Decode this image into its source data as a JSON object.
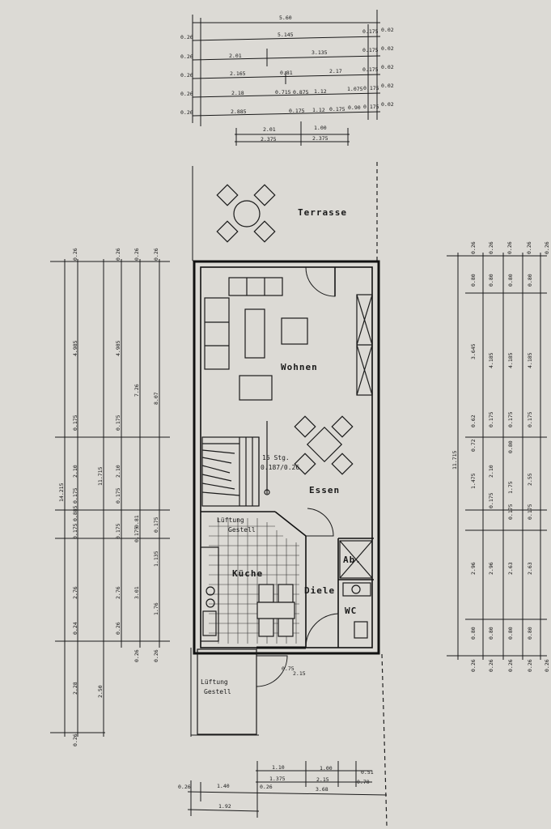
{
  "rooms": {
    "terrasse": "Terrasse",
    "wohnen": "Wohnen",
    "essen": "Essen",
    "kueche": "Küche",
    "diele": "Diele",
    "ab": "Ab.",
    "wc": "WC",
    "lueftung_top": "Lüftung",
    "gestell_top": "Gestell",
    "lueftung_bottom": "Lüftung",
    "gestell_bottom": "Gestell"
  },
  "stair": {
    "count": "15 Stg.",
    "ratio": "0.187/0.26"
  },
  "dims": {
    "top_rows": [
      {
        "left": "",
        "values": [
          "5.60"
        ]
      },
      {
        "left": "0.26",
        "values": [
          "5.145",
          "0.175",
          "0.02"
        ]
      },
      {
        "left": "0.26",
        "values": [
          "2.01",
          "3.135",
          "0.175",
          "0.02"
        ]
      },
      {
        "left": "0.26",
        "values": [
          "2.165",
          "0.81",
          "2.17",
          "0.175",
          "0.02"
        ]
      },
      {
        "left": "0.26",
        "values": [
          "2.18",
          "0.715",
          "0.875",
          "1.12",
          "1.075",
          "0.175",
          "0.02"
        ]
      },
      {
        "left": "0.26",
        "values": [
          "2.885",
          "0.175",
          "1.12",
          "0.175",
          "0.90",
          "0.175",
          "0.02"
        ]
      }
    ],
    "top_sub": [
      "2.01",
      "1.00",
      "2.375",
      "2.375"
    ],
    "left_cols": [
      {
        "top": "0.26",
        "values": [
          "4.985",
          "0.175",
          "2.10",
          "0.175",
          "0.885",
          "0.175",
          "2.76",
          "0.24",
          "2.28"
        ],
        "total": "14.215",
        "bottom": "0.26"
      },
      {
        "top": "0.26",
        "values": [
          "11.715"
        ],
        "total": "",
        "bottom": ""
      },
      {
        "top": "0.26",
        "values": [
          "4.985",
          "0.175",
          "2.10",
          "0.175",
          "0.175",
          "2.76",
          "0.26"
        ],
        "total": "2.50",
        "bottom": ""
      },
      {
        "top": "0.26",
        "values": [
          "7.26",
          "0.81",
          "0.175",
          "3.01",
          "0.26"
        ],
        "total": "",
        "bottom": ""
      },
      {
        "top": "0.26",
        "values": [
          "8.07",
          "0.175",
          "1.135",
          "1.76",
          "0.26"
        ],
        "total": "",
        "bottom": ""
      }
    ],
    "right_cols": [
      {
        "top": "0.26",
        "values": [
          "11.715"
        ],
        "bottom": "0.26"
      },
      {
        "top": "0.26",
        "values": [
          "0.80",
          "3.645",
          "0.62",
          "0.72",
          "1.475",
          "2.96",
          "0.80"
        ],
        "bottom": "0.26"
      },
      {
        "top": "0.26",
        "values": [
          "0.80",
          "4.185",
          "0.175",
          "2.10",
          "0.175",
          "2.96",
          "0.80"
        ],
        "bottom": "0.26"
      },
      {
        "top": "0.26",
        "values": [
          "0.80",
          "4.185",
          "0.175",
          "0.80",
          "1.75",
          "0.175",
          "2.63",
          "0.80"
        ],
        "bottom": "0.26"
      },
      {
        "top": "0.26",
        "values": [
          "0.80",
          "4.185",
          "0.175",
          "2.55",
          "0.175",
          "2.63",
          "0.80"
        ],
        "bottom": "0.26"
      }
    ],
    "bottom_row1": [
      "1.10",
      "1.00",
      "0.51"
    ],
    "bottom_row2": [
      "1.375",
      "2.15",
      "0.70"
    ],
    "bottom_row3": [
      "0.26",
      "1.40",
      "0.26",
      "3.68"
    ],
    "bottom_row4": [
      "1.92"
    ],
    "door_side": [
      "0.75",
      "2.15"
    ]
  }
}
